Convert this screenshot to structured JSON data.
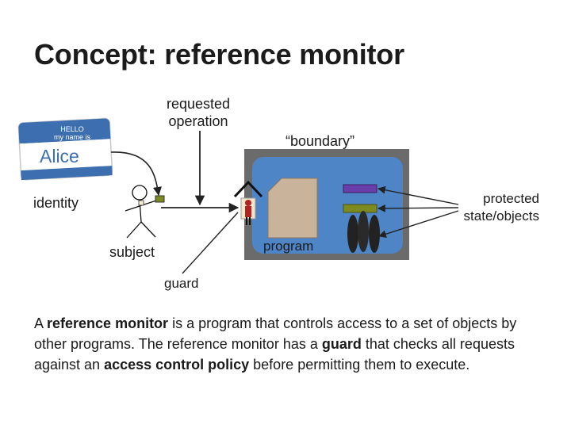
{
  "title": "Concept: reference monitor",
  "labels": {
    "requested_operation": "requested operation",
    "boundary": "“boundary”",
    "identity": "identity",
    "protected": "protected state/objects",
    "subject": "subject",
    "guard": "guard",
    "program": "program"
  },
  "name_tag": {
    "hello": "HELLO",
    "my_name_is": "my name is",
    "name": "Alice"
  },
  "paragraph": {
    "p1": "A ",
    "b1": "reference monitor",
    "p2": " is a program that controls access to a set of objects by other programs.  The reference monitor has a ",
    "b2": "guard",
    "p3": " that checks all requests against an ",
    "b3": "access control policy",
    "p4": " before permitting them to execute."
  },
  "colors": {
    "box_fill": "#4e85c7",
    "box_border": "#6b6b6b",
    "object_purple": "#6a3ea8",
    "object_olive": "#7d8b1e",
    "tag_blue": "#3d6fb0"
  }
}
